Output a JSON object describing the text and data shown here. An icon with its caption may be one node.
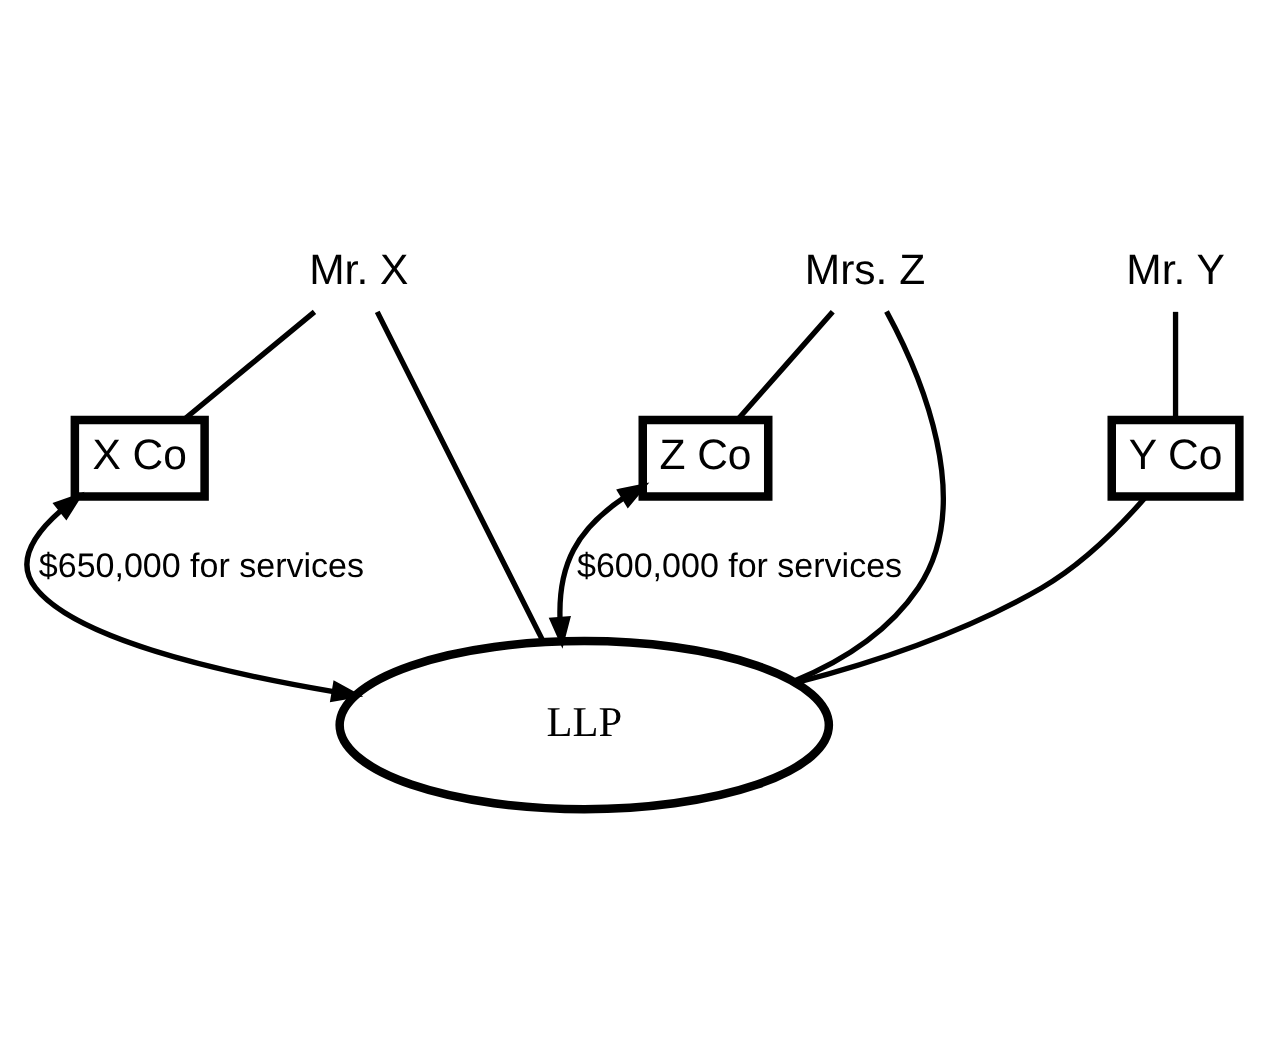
{
  "diagram": {
    "nodes": [
      {
        "text": [
          "Mr. X"
        ]
      },
      {
        "text": [
          "Mrs. Z"
        ]
      },
      {
        "text": [
          "Mr. Y"
        ]
      },
      {
        "text": [
          "X Co"
        ]
      },
      {
        "text": [
          "Z Co"
        ]
      },
      {
        "text": [
          "Y Co"
        ]
      },
      {
        "text": [
          "LLP"
        ]
      }
    ],
    "edges": [
      {
        "from": 0,
        "to": 3,
        "arrow": "none"
      },
      {
        "from": 0,
        "to": 6,
        "arrow": "none"
      },
      {
        "from": 1,
        "to": 6,
        "arrow": "none"
      },
      {
        "from": 1,
        "to": 4,
        "arrow": "none"
      },
      {
        "from": 2,
        "to": 5,
        "arrow": "none"
      },
      {
        "from": 3,
        "to": 6,
        "arrow": "both",
        "label": "$650,000 for services"
      },
      {
        "from": 4,
        "to": 6,
        "arrow": "both",
        "label": "$600,000 for services"
      },
      {
        "from": 5,
        "to": 6,
        "arrow": "none"
      }
    ]
  }
}
